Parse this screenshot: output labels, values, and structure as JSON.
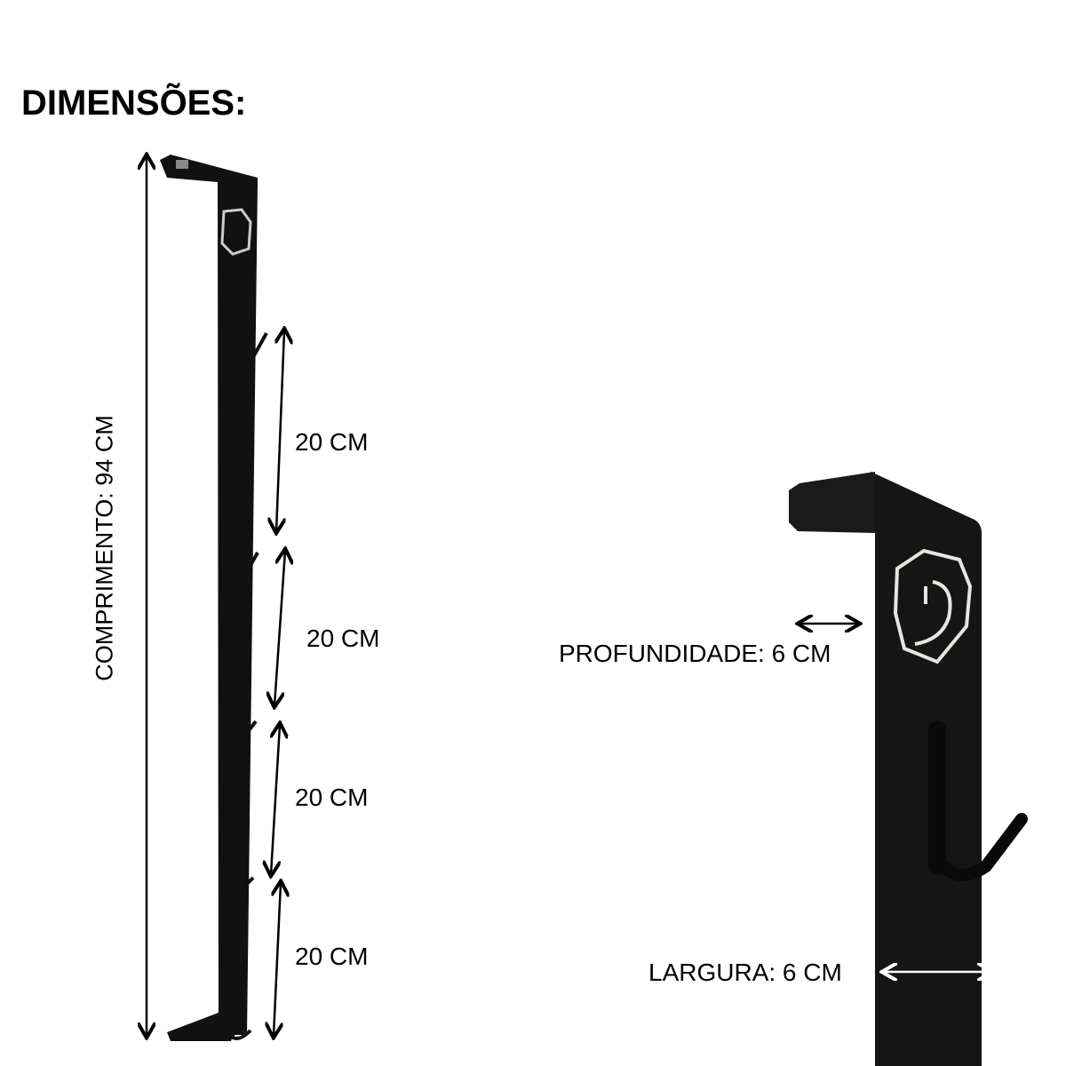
{
  "title": "DIMENSÕES:",
  "length_label": "COMPRIMENTO: 94 CM",
  "spacing_labels": [
    "20 CM",
    "20 CM",
    "20 CM",
    "20 CM"
  ],
  "depth_label": "PROFUNDIDADE: 6 CM",
  "width_label": "LARGURA: 6 CM",
  "colors": {
    "product": "#111111",
    "arrow": "#000000",
    "width_arrow": "#ffffff",
    "logo_cutout": "#e8e6dc"
  }
}
